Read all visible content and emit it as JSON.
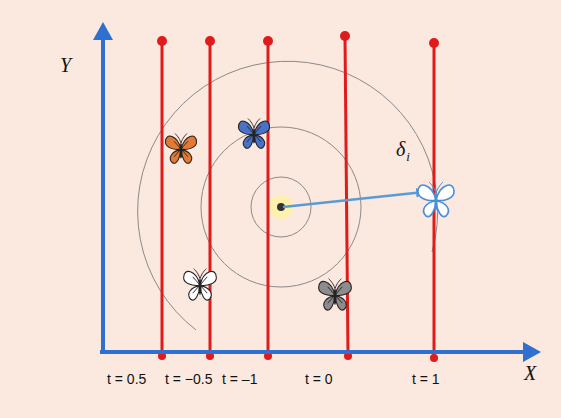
{
  "diagram": {
    "labels": [
      "Y",
      "X",
      "t = 0.5",
      "t = −0.5",
      "t = –1",
      "t = 0",
      "t = 1",
      "δ",
      "i"
    ]
  }
}
